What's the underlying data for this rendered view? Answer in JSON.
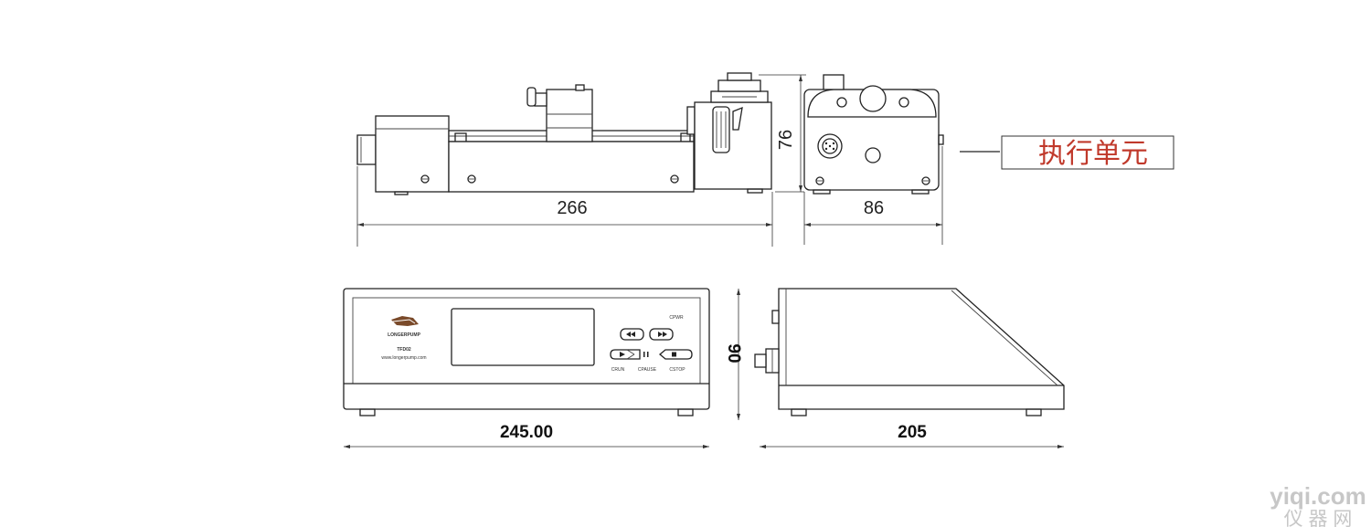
{
  "top_view": {
    "width_label": "266",
    "height_label": "76",
    "side_width_label": "86",
    "callout_label": "执行单元"
  },
  "bottom_view": {
    "front_width_label": "245.00",
    "height_label": "90",
    "side_depth_label": "205",
    "logo_text": "LONGERPUMP",
    "model_text": "TFD02",
    "website_text": "www.longerpump.com",
    "top_indicator": "CPWR",
    "btn_labels": [
      "CRUN",
      "CPAUSE",
      "CSTOP"
    ]
  },
  "watermark": {
    "line1": "yiqi.com",
    "line2": "仪 器 网"
  },
  "colors": {
    "callout_text": "#c0392b",
    "line": "#222222",
    "logo": "#7a4a2a"
  }
}
